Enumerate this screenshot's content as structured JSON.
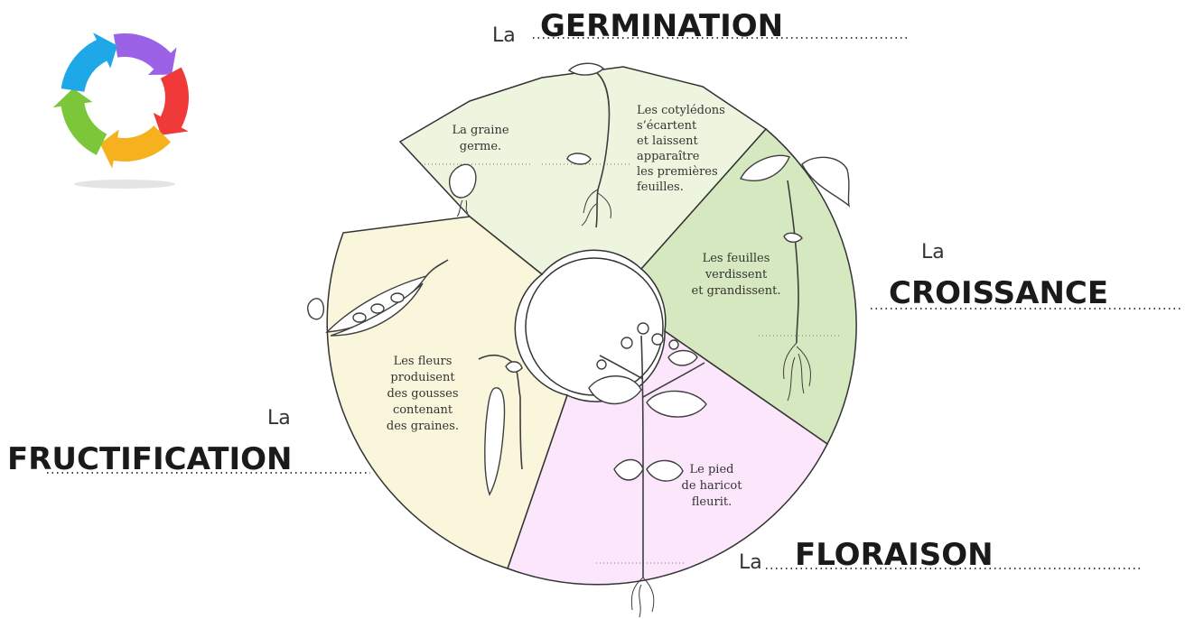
{
  "colors": {
    "germination": "#eef5df",
    "croissance": "#d6e8bf",
    "floraison": "#fbe6fb",
    "fructification": "#faf6dc",
    "outline": "#333333",
    "cycle_icon": [
      "#9b62e8",
      "#f03a3a",
      "#f5b11e",
      "#7cc63a",
      "#1ea8e8"
    ]
  },
  "stages": {
    "germination": {
      "article": "La",
      "title": "GERMINATION",
      "text1": [
        "La graine",
        "germe."
      ],
      "text2": [
        "Les cotylédons",
        "s’écartent",
        "et laissent",
        "apparaître",
        "les premières",
        "feuilles."
      ]
    },
    "croissance": {
      "article": "La",
      "title": "CROISSANCE",
      "text": [
        "Les feuilles",
        "verdissent",
        "et grandissent."
      ]
    },
    "floraison": {
      "article": "La",
      "title": "FLORAISON",
      "text": [
        "Le pied",
        "de haricot",
        "fleurit."
      ]
    },
    "fructification": {
      "article": "La",
      "title": "FRUCTIFICATION",
      "text": [
        "Les fleurs",
        "produisent",
        "des gousses",
        "contenant",
        "des graines."
      ]
    }
  },
  "icons": {
    "cycle": "cycle-arrows-icon"
  }
}
